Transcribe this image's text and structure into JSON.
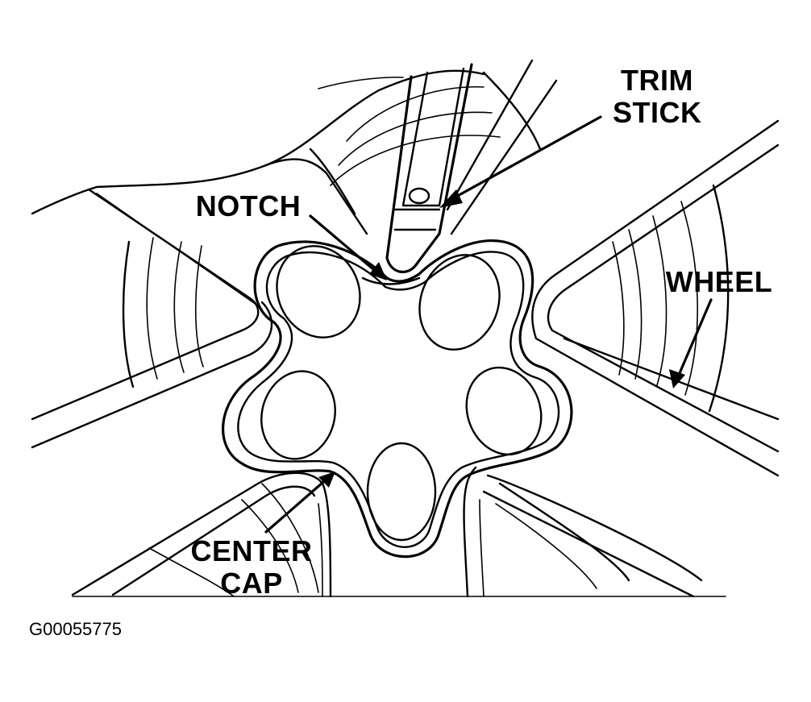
{
  "labels": {
    "trim_stick_line1": "TRIM",
    "trim_stick_line2": "STICK",
    "notch": "NOTCH",
    "wheel": "WHEEL",
    "center_cap_line1": "CENTER",
    "center_cap_line2": "CAP"
  },
  "figure_id": "G00055775"
}
